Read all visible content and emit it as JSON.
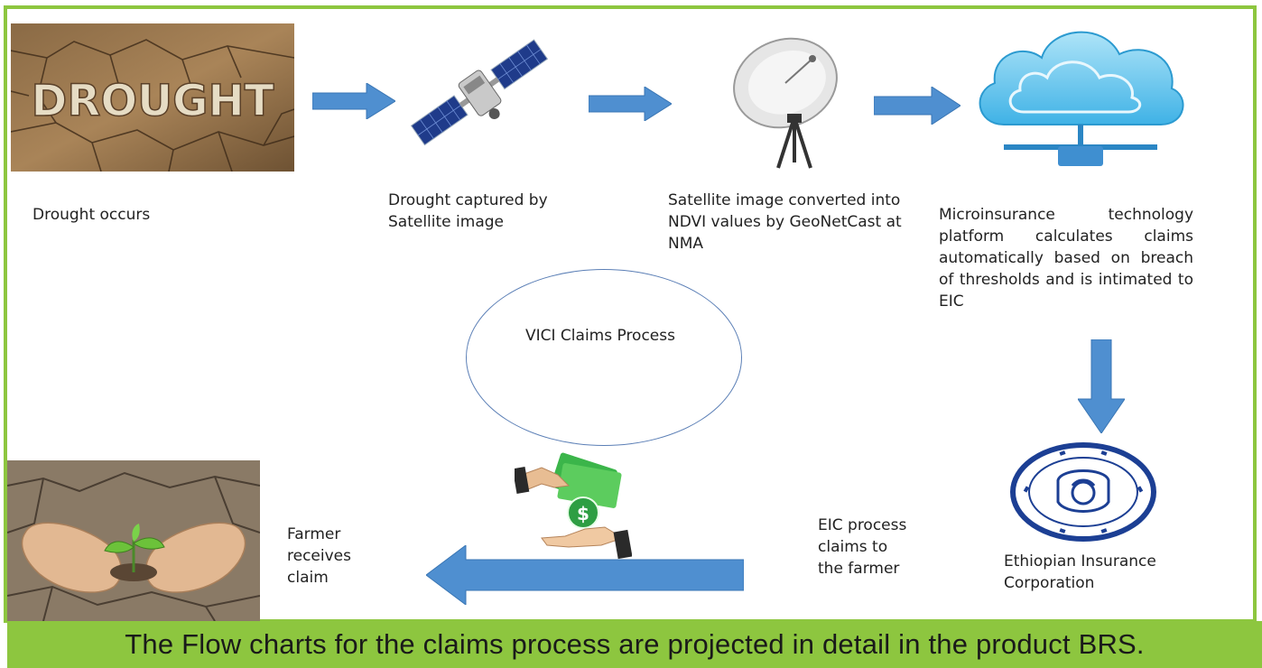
{
  "diagram": {
    "caption": "The Flow charts for the claims process are projected in detail in the product BRS.",
    "center_label": "VICI Claims Process",
    "steps": [
      {
        "label": "Drought occurs"
      },
      {
        "label": "Drought captured by Satellite image"
      },
      {
        "label": "Satellite image converted into NDVI values by GeoNetCast at NMA"
      },
      {
        "label": "Microinsurance technology platform calculates claims automatically based on breach of thresholds and is intimated to EIC"
      },
      {
        "label": "Ethiopian Insurance Corporation"
      },
      {
        "label": "EIC process claims to the farmer"
      },
      {
        "label": "Farmer receives claim"
      }
    ],
    "drought_image_text": "DROUGHT",
    "colors": {
      "frame": "#8dc63f",
      "arrow": "#4f8fd0",
      "ellipse_border": "#5b7fb6"
    }
  }
}
